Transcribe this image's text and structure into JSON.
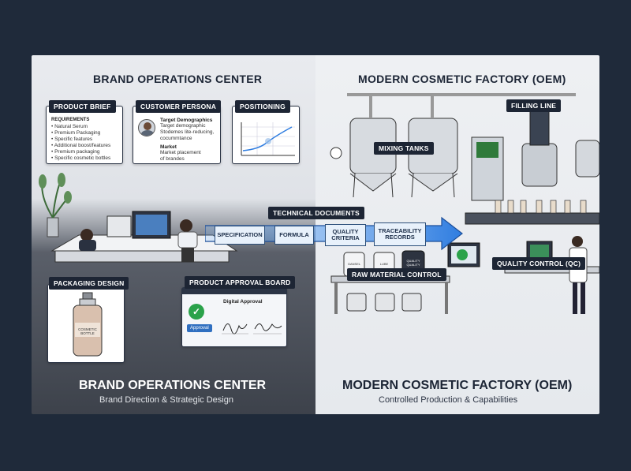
{
  "left": {
    "heading": "BRAND OPERATIONS CENTER",
    "product_brief": {
      "tag": "PRODUCT BRIEF",
      "subhead": "REQUIREMENTS",
      "items": [
        "• Natural Serum",
        "• Premium Packaging",
        "• Specific features",
        "• Additional boost/features",
        "• Premium packaging",
        "• Specific cosmetic bottles"
      ]
    },
    "customer_persona": {
      "tag": "CUSTOMER PERSONA",
      "line1": "Target Demographics",
      "line2": "Target demographic",
      "line3": "Stodemes lite-reducing,",
      "line4": "cocummtance",
      "line5": "Market",
      "line6": "Market placement",
      "line7": "of brandes"
    },
    "positioning": {
      "tag": "POSITIONING"
    },
    "packaging": {
      "tag": "PACKAGING DESIGN",
      "bottle_label": "COSMETIC BOTTLE"
    },
    "approval": {
      "tag": "PRODUCT APPROVAL BOARD",
      "title": "Digital Approval",
      "button": "Approval"
    },
    "footer_title": "BRAND OPERATIONS CENTER",
    "footer_sub": "Brand Direction & Strategic Design"
  },
  "center": {
    "tag": "TECHNICAL DOCUMENTS",
    "docs": [
      "SPECIFICATION",
      "FORMULA",
      "QUALITY CRITERIA",
      "TRACEABILITY RECORDS"
    ]
  },
  "right": {
    "heading": "MODERN COSMETIC FACTORY (OEM)",
    "filling": "FILLING LINE",
    "mixing": "MIXING TANKS",
    "raw": "RAW MATERIAL CONTROL",
    "qc": "QUALITY CONTROL (QC)",
    "jars": [
      "GANSEL",
      "LUBE",
      "QUALITY QUALITY"
    ],
    "footer_title": "MODERN COSMETIC FACTORY (OEM)",
    "footer_sub": "Controlled Production & Capabilities"
  },
  "colors": {
    "navy": "#1d2534",
    "accent_blue": "#2f7de0",
    "check_green": "#2aa24a"
  }
}
